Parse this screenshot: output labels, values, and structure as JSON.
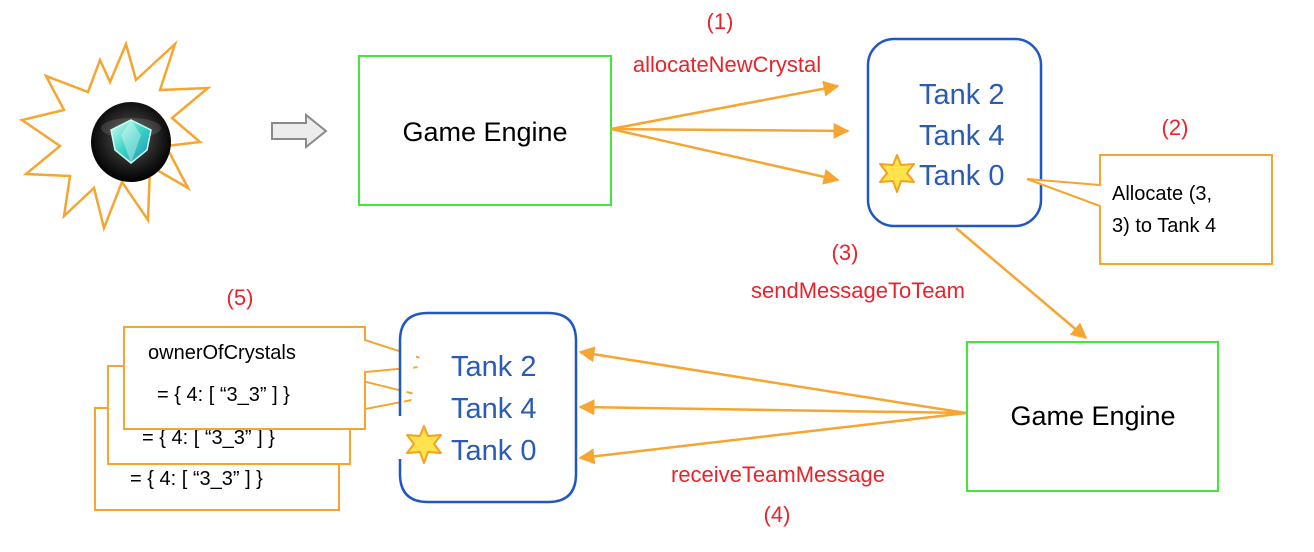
{
  "colors": {
    "arrow": "#f7a531",
    "engine_border": "#44e63c",
    "tank_border": "#2057c2",
    "tank_text": "#2a5bb5",
    "step_text": "#e8232a",
    "note_border": "#f7a531",
    "star_fill": "#ffe34d",
    "star_stroke": "#f4a21e"
  },
  "icons": {
    "explosion": "explosion-burst-icon",
    "crystal": "crystal-gem-icon",
    "flow_arrow": "right-arrow-icon",
    "leader": "star-icon"
  },
  "top": {
    "engine_label": "Game Engine",
    "step1_number": "(1)",
    "step1_call": "allocateNewCrystal",
    "tanks": [
      "Tank 2",
      "Tank 4",
      "Tank 0"
    ],
    "step2_number": "(2)",
    "note_line1": "Allocate (3,",
    "note_line2": "3) to Tank 4"
  },
  "middle": {
    "step3_number": "(3)",
    "step3_call": "sendMessageToTeam"
  },
  "bottom": {
    "engine_label": "Game Engine",
    "tanks": [
      "Tank 2",
      "Tank 4",
      "Tank 0"
    ],
    "step4_call": "receiveTeamMessage",
    "step4_number": "(4)",
    "step5_number": "(5)",
    "card_title": "ownerOfCrystals",
    "card_value": "= { 4: [ “3_3” ] }",
    "card_value_back1": "= { 4: [ “3_3” ] }",
    "card_value_back2": "= { 4: [ “3_3” ] }"
  }
}
